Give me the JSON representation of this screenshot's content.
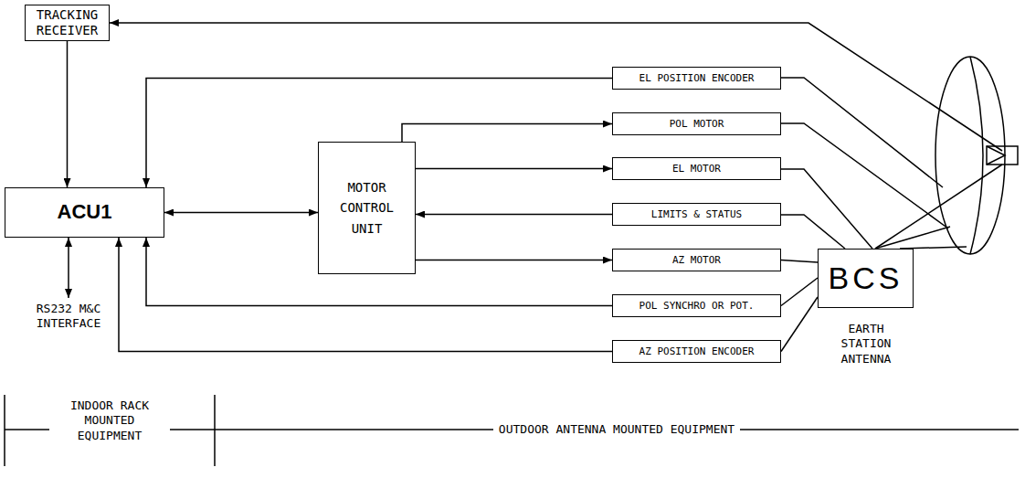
{
  "diagram": {
    "nodes": [
      {
        "text": [
          "TRACKING RECEIVER"
        ]
      },
      {
        "text": [
          "EL POSITION ENCODER"
        ]
      },
      {
        "text": [
          "POL MOTOR"
        ]
      },
      {
        "text": [
          "ACU1"
        ]
      },
      {
        "text": [
          "MOTOR CONTROL UNIT"
        ]
      },
      {
        "text": [
          "EL MOTOR"
        ]
      },
      {
        "text": [
          "LIMITS & STATUS"
        ]
      },
      {
        "text": [
          "AZ MOTOR"
        ]
      },
      {
        "text": [
          "POL SYNCHRO OR POT."
        ]
      },
      {
        "text": [
          "AZ POSITION ENCODER"
        ]
      },
      {
        "text": [
          "BCS"
        ]
      }
    ],
    "edges": [
      {
        "from": 0,
        "to": 3,
        "arrow": "to"
      },
      {
        "from": 1,
        "to": 3,
        "arrow": "to"
      },
      {
        "from": 3,
        "to": 4,
        "arrow": "both"
      },
      {
        "from": 4,
        "to": 2,
        "arrow": "to"
      },
      {
        "from": 4,
        "to": 5,
        "arrow": "to"
      },
      {
        "from": 6,
        "to": 4,
        "arrow": "to"
      },
      {
        "from": 4,
        "to": 7,
        "arrow": "to"
      },
      {
        "from": 8,
        "to": 3,
        "arrow": "to"
      },
      {
        "from": 9,
        "to": 3,
        "arrow": "to"
      },
      {
        "from": 7,
        "to": 10,
        "arrow": "none"
      },
      {
        "from": 8,
        "to": 10,
        "arrow": "none"
      },
      {
        "from": 9,
        "to": 10,
        "arrow": "none"
      }
    ],
    "labels": [
      "RS232 M&C INTERFACE",
      "EARTH STATION ANTENNA",
      "INDOOR RACK MOUNTED EQUIPMENT",
      "OUTDOOR ANTENNA MOUNTED EQUIPMENT"
    ]
  }
}
